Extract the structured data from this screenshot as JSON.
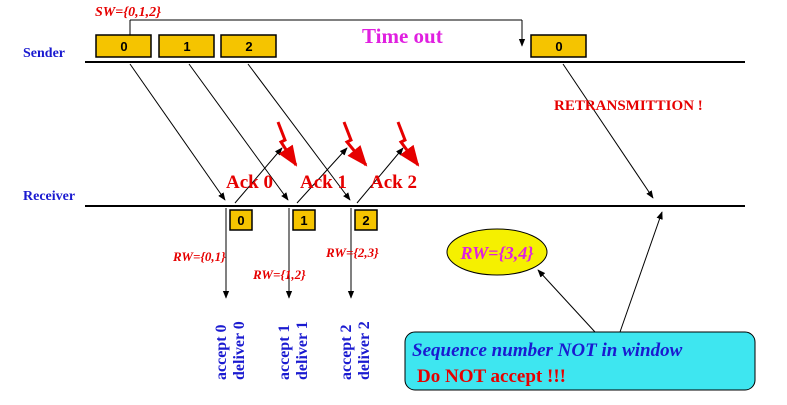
{
  "sender": {
    "label": "Sender"
  },
  "receiver": {
    "label": "Receiver"
  },
  "sender_window": "SW={0,1,2}",
  "timeout_label": "Time out",
  "retransmission_label": "RETRANSMITTION !",
  "packets_sent": [
    "0",
    "1",
    "2",
    "0"
  ],
  "packets_received": [
    "0",
    "1",
    "2"
  ],
  "acks": [
    "Ack 0",
    "Ack 1",
    "Ack 2"
  ],
  "receive_windows": [
    "RW={0,1}",
    "RW={1,2}",
    "RW={2,3}"
  ],
  "current_window": "RW={3,4}",
  "deliveries": [
    {
      "accept": "accept 0",
      "deliver": "deliver 0"
    },
    {
      "accept": "accept 1",
      "deliver": "deliver 1"
    },
    {
      "accept": "accept 2",
      "deliver": "deliver 2"
    }
  ],
  "note": {
    "line1": "Sequence number NOT in window",
    "line2": "Do NOT accept !!!"
  },
  "colors": {
    "packet_fill": "#f5c400",
    "red": "#e60000",
    "blue": "#1a1ad0",
    "magenta": "#e020e0",
    "ellipse_fill": "#f5f000",
    "note_fill": "#3ee6f0"
  }
}
